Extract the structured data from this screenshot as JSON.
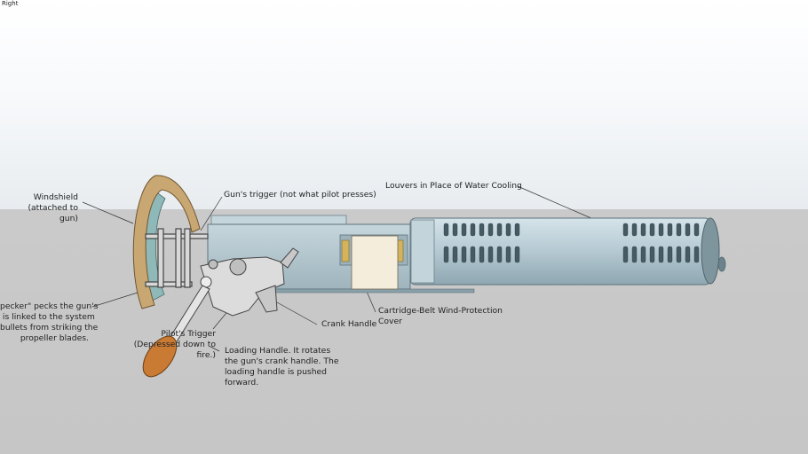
{
  "scene": {
    "name": "Right"
  },
  "labels": {
    "windshield": "Windshield\n(attached to\ngun)",
    "guns_trigger": "Gun's trigger (not what pilot presses)",
    "louvers": "Louvers in Place of Water Cooling",
    "pecker": "pecker\" pecks the gun's\n is linked to the system\nbullets from striking the\npropeller blades.",
    "pilot_trigger": "Pilot's Trigger\n(Depressed down to\nfire.)",
    "crank": "Crank Handle",
    "cartridge": "Cartridge-Belt Wind-Protection\nCover",
    "loading": "Loading Handle. It rotates\nthe gun's crank handle. The\nloading handle is pushed\nforward."
  },
  "colors": {
    "sky_top": "#ffffff",
    "ground": "#c8c8c8",
    "metal": "#b9cdd6",
    "metal_dark": "#6f8791",
    "wicker": "#c9a773",
    "windshield_glass": "#8fb8b8",
    "grip": "#c97a33",
    "cover": "#f4eddc"
  }
}
